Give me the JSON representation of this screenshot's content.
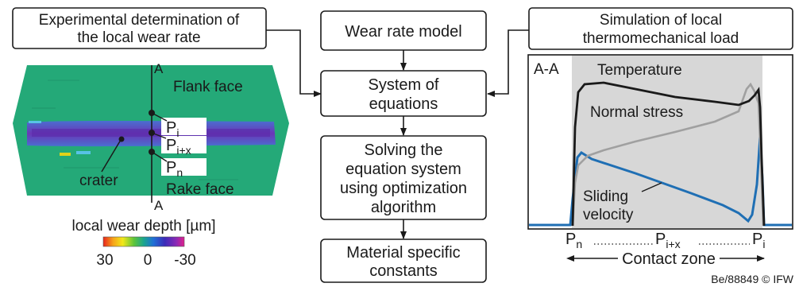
{
  "left_box": {
    "line1": "Experimental determination of",
    "line2": "the local wear rate"
  },
  "wear_map": {
    "section_a_top": "A",
    "section_a_bottom": "A",
    "flank_face": "Flank face",
    "rake_face": "Rake face",
    "crater": "crater",
    "points": {
      "p1": {
        "base": "P",
        "sub": "i"
      },
      "p2": {
        "base": "P",
        "sub": "i+x"
      },
      "p3": {
        "base": "P",
        "sub": "n"
      }
    },
    "colorbar_title": "local wear depth [µm]",
    "colorbar_ticks": [
      "30",
      "0",
      "-30"
    ]
  },
  "flow": {
    "model": "Wear rate model",
    "system": {
      "line1": "System of",
      "line2": "equations"
    },
    "solve": {
      "line1": "Solving the",
      "line2": "equation system",
      "line3": "using optimization",
      "line4": "algorithm"
    },
    "constants": {
      "line1": "Material specific",
      "line2": "constants"
    }
  },
  "right_box": {
    "line1": "Simulation of local",
    "line2": "thermomechanical load"
  },
  "plot": {
    "section_label": "A-A",
    "temperature": "Temperature",
    "normal_stress": "Normal stress",
    "sliding_line1": "Sliding",
    "sliding_line2": "velocity",
    "colors": {
      "temperature": "#1a1a1a",
      "normal_stress": "#a0a0a0",
      "sliding_velocity": "#1f6fb4",
      "contact_zone_fill": "#d7d7d7"
    }
  },
  "axis": {
    "pn": {
      "base": "P",
      "sub": "n"
    },
    "pix": {
      "base": "P",
      "sub": "i+x"
    },
    "pi": {
      "base": "P",
      "sub": "i"
    },
    "contact_zone": "Contact zone"
  },
  "credit": "Be/88849 © IFW"
}
